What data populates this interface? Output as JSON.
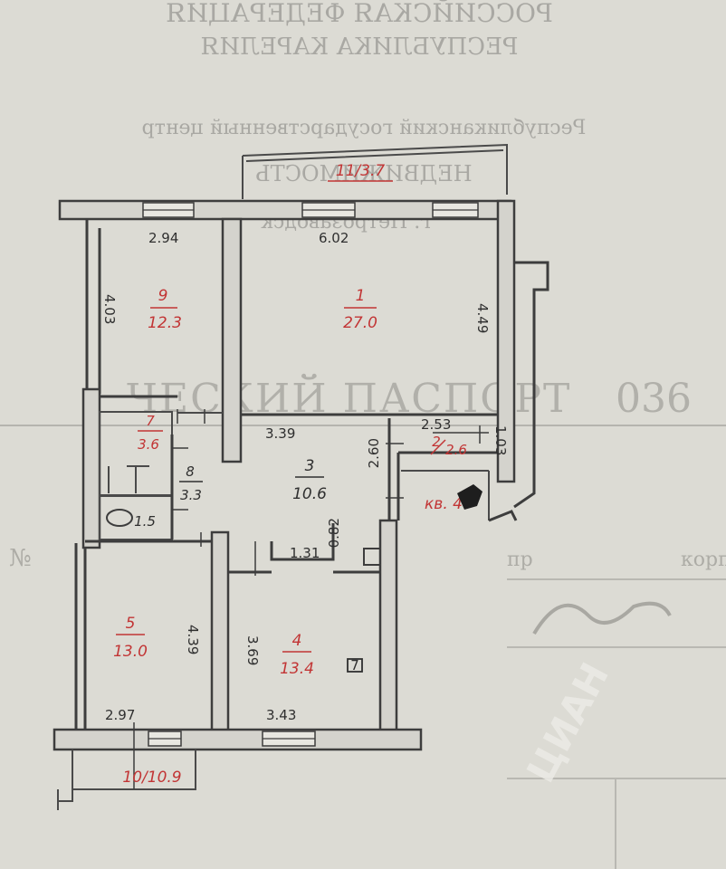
{
  "header": {
    "line1": "РОССИЙСКАЯ ФЕДЕРАЦИЯ",
    "line2": "РЕСПУБЛИКА КАРЕЛИЯ",
    "line3": "Республиканский государственный центр",
    "line4": "НЕДВИЖИМОСТЬ",
    "line5": "г. Петрозаводск",
    "stamp_band": "ЧЕСКИЙ ПАСПОРТ",
    "stamp_number": "036"
  },
  "rooms": [
    {
      "number": "1",
      "area": "27.0"
    },
    {
      "number": "2",
      "area": "2.6"
    },
    {
      "number": "3",
      "area": "10.6"
    },
    {
      "number": "4",
      "area": "13.4"
    },
    {
      "number": "5",
      "area": "13.0"
    },
    {
      "number": "7",
      "area": "3.6"
    },
    {
      "number": "8",
      "area": "3.3"
    },
    {
      "number": "9",
      "area": "12.3"
    }
  ],
  "wc_area": "1.5",
  "balconies": {
    "top": "11/3.7",
    "bottom": "10/10.9"
  },
  "apartment_label": "кв. 4",
  "dimensions": {
    "d294": "2.94",
    "d602": "6.02",
    "d403": "4.03",
    "d449": "4.49",
    "d339": "3.39",
    "d253": "2.53",
    "d103": "1.03",
    "d260": "2.60",
    "d082": "0.82",
    "d131": "1.31",
    "d439": "4.39",
    "d369": "3.69",
    "d297": "2.97",
    "d343": "3.43"
  },
  "stove_mark": "7",
  "watermark": "ЦИАН",
  "form_text": {
    "pr": "пр",
    "korp": "корп",
    "no": "№"
  }
}
